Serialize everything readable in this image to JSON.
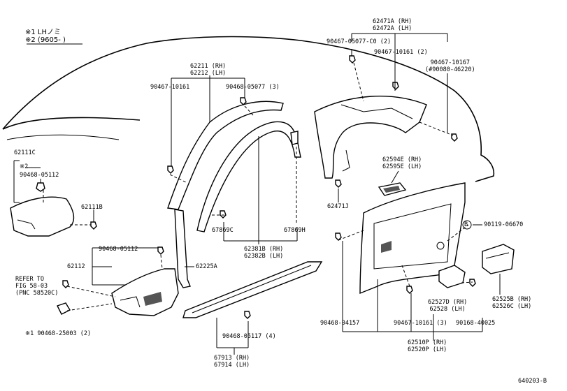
{
  "notes": {
    "n1": "※1 LHノミ",
    "n2": "※2 (9605-      )"
  },
  "footer": {
    "code": "640203-B"
  },
  "labels": {
    "p62471": [
      "62471A (RH)",
      "62472A (LH)"
    ],
    "p9046705077": "90467-05077-C0 (2)",
    "p9046710161_2": "90467-10161 (2)",
    "p9046710167": [
      "90467-10167",
      "(#90080-46220)"
    ],
    "p62211": [
      "62211 (RH)",
      "62212 (LH)"
    ],
    "p9046710161": "90467-10161",
    "p9046805077": "90468-05077 (3)",
    "p62111C": "62111C",
    "mark2": "※2",
    "p9046805112a": "90468-05112",
    "p62111B": "62111B",
    "p62594": [
      "62594E (RH)",
      "62595E (LH)"
    ],
    "p62471J": "62471J",
    "p67869C": "67869C",
    "p67869H": "67869H",
    "p62381": [
      "62381B (RH)",
      "62382B (LH)"
    ],
    "p9011906670": "90119-06670",
    "circleB": "B",
    "p9046805112b": "90468-05112",
    "p62112": "62112",
    "p62225A": "62225A",
    "refer": [
      "REFER TO",
      "FIG 58-03",
      "(PNC 58520C)"
    ],
    "p62527": [
      "62527D (RH)",
      "62528     (LH)"
    ],
    "p62525": [
      "62525B (RH)",
      "62526C (LH)"
    ],
    "p9046804157": "90468-04157",
    "p9046710161_3": "90467-10161 (3)",
    "p9016840025": "90168-40025",
    "p9046825003": "※1 90468-25003 (2)",
    "p9046805117": "90468-05117 (4)",
    "p62510": [
      "62510P (RH)",
      "62520P (LH)"
    ],
    "p67913": [
      "67913 (RH)",
      "67914 (LH)"
    ]
  }
}
